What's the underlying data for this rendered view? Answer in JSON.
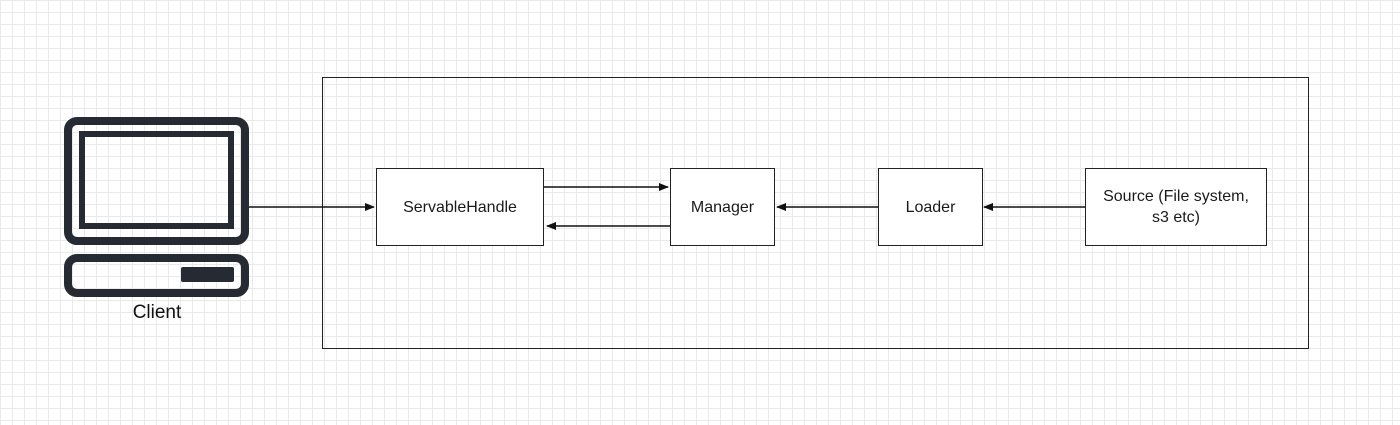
{
  "diagram": {
    "client": {
      "label": "Client",
      "icon": "computer-icon"
    },
    "nodes": {
      "servable_handle": "ServableHandle",
      "manager": "Manager",
      "loader": "Loader",
      "source": "Source (File system, s3 etc)"
    },
    "edges": [
      {
        "from": "client",
        "to": "servable_handle"
      },
      {
        "from": "servable_handle",
        "to": "manager"
      },
      {
        "from": "manager",
        "to": "servable_handle"
      },
      {
        "from": "loader",
        "to": "manager"
      },
      {
        "from": "source",
        "to": "loader"
      }
    ],
    "colors": {
      "stroke": "#222222",
      "icon": "#262a33",
      "grid": "#e9e9e9",
      "background": "#ffffff"
    }
  }
}
